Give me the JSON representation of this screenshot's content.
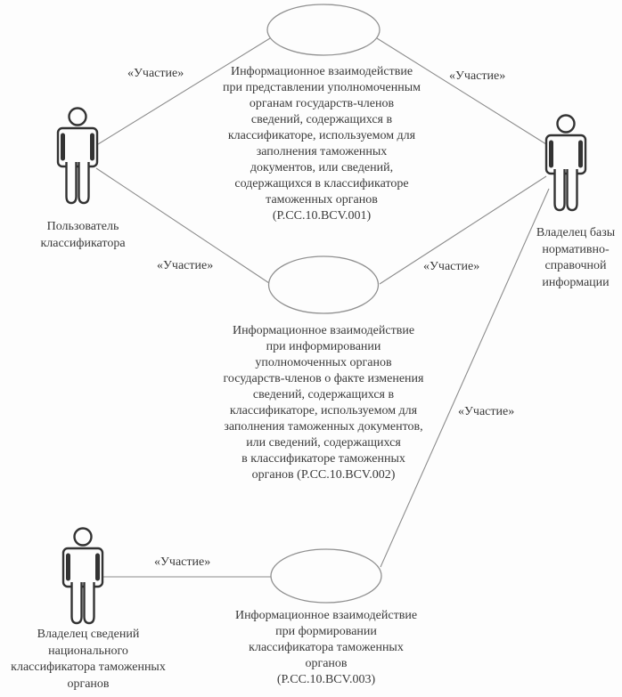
{
  "diagram": {
    "type": "uml-use-case-diagram",
    "language": "ru",
    "colors": {
      "background": "#fdfdfd",
      "line": "#8c8c8c",
      "ellipse_stroke": "#909090",
      "actor_outline": "#333333",
      "text": "#3a3a3a"
    },
    "actors": [
      {
        "id": "classifier-user",
        "label": "Пользователь\nклассификатора"
      },
      {
        "id": "reference-db-owner",
        "label": "Владелец базы\nнормативно-\nсправочной\nинформации"
      },
      {
        "id": "national-classifier-owner",
        "label": "Владелец сведений\nнационального\nклассификатора таможенных\nорганов"
      }
    ],
    "use_cases": [
      {
        "code": "P.CC.10.BCV.001",
        "label": "Информационное взаимодействие\nпри представлении уполномоченным\nорганам государств-членов\nсведений, содержащихся в\nклассификаторе, используемом для\nзаполнения таможенных\nдокументов, или сведений,\nсодержащихся в классификаторе\nтаможенных органов\n(P.CC.10.BCV.001)"
      },
      {
        "code": "P.CC.10.BCV.002",
        "label": "Информационное взаимодействие\nпри информировании\nуполномоченных органов\nгосударств-членов о факте изменения\nсведений, содержащихся в\nклассификаторе, используемом для\nзаполнения таможенных документов,\nили сведений, содержащихся\nв классификаторе таможенных\nорганов (P.CC.10.BCV.002)"
      },
      {
        "code": "P.CC.10.BCV.003",
        "label": "Информационное взаимодействие\nпри формировании\nклассификатора таможенных\nорганов\n(P.CC.10.BCV.003)"
      }
    ],
    "connections": [
      {
        "from": "classifier-user",
        "to": "P.CC.10.BCV.001",
        "label": "«Участие»"
      },
      {
        "from": "reference-db-owner",
        "to": "P.CC.10.BCV.001",
        "label": "«Участие»"
      },
      {
        "from": "classifier-user",
        "to": "P.CC.10.BCV.002",
        "label": "«Участие»"
      },
      {
        "from": "reference-db-owner",
        "to": "P.CC.10.BCV.002",
        "label": "«Участие»"
      },
      {
        "from": "reference-db-owner",
        "to": "P.CC.10.BCV.003",
        "label": "«Участие»"
      },
      {
        "from": "national-classifier-owner",
        "to": "P.CC.10.BCV.003",
        "label": "«Участие»"
      }
    ]
  }
}
